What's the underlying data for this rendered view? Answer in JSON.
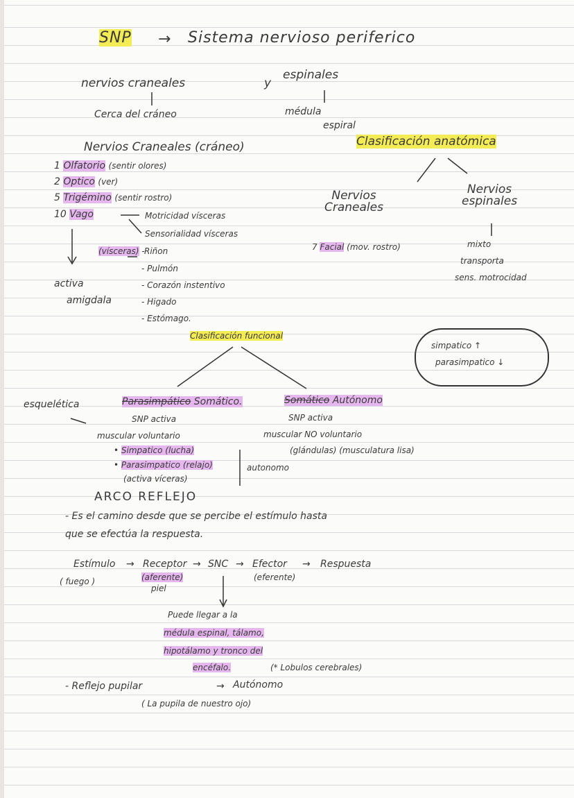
{
  "title": {
    "snp": "SNP",
    "full": "Sistema nervioso periferico"
  },
  "line2": {
    "craneales": "nervios craneales",
    "y": "y",
    "espinales": "espinales"
  },
  "line3": {
    "cerca": "Cerca del cráneo",
    "medula": "médula",
    "espiral": "espiral"
  },
  "clasif_anat": "Clasificación anatómica",
  "craneales_title": "Nervios Craneales (cráneo)",
  "nerves": [
    {
      "num": "1",
      "name": "Olfatorio",
      "note": "(sentir olores)"
    },
    {
      "num": "2",
      "name": "Optico",
      "note": "(ver)"
    },
    {
      "num": "5",
      "name": "Trigémino",
      "note": "(sentir rostro)"
    },
    {
      "num": "10",
      "name": "Vago",
      "note": "Motricidad vísceras"
    }
  ],
  "sensorialidad": "Sensorialidad vísceras",
  "visceras_label": "(vísceras)",
  "organs": [
    "Riñon",
    "Pulmón",
    "Corazón instentivo",
    "Higado",
    "Estómago."
  ],
  "activa": "activa",
  "amigdala": "amigdala",
  "right_tree": {
    "craneales": "Nervios\nCraneales",
    "espinales": "Nervios\nespinales",
    "facial_num": "7",
    "facial": "Facial",
    "facial_note": "(mov. rostro)",
    "mixto": "mixto",
    "transporta": "transporta",
    "sens": "sens. motrocidad"
  },
  "clasif_func": "Clasificación funcional",
  "cloud": {
    "simpatico": "simpatico ↑",
    "parasimpatico": "parasimpatico ↓"
  },
  "esqueletica": "esquelética",
  "somatico": {
    "struck": "Parasimpático",
    "label": "Somático.",
    "snp": "SNP activa",
    "musc": "muscular voluntario",
    "simp": "Simpatico (lucha)",
    "para": "Parasimpatico (relajo)",
    "activa": "(activa víceras)",
    "autonomo": "autonomo"
  },
  "autonomo": {
    "struck": "Somático",
    "label": "Autónomo",
    "snp": "SNP activa",
    "musc": "muscular NO voluntario",
    "glandulas": "(glándulas) (musculatura lisa)"
  },
  "arco": "ARCO REFLEJO",
  "arco_def1": "- Es el camino desde que se percibe el estímulo hasta",
  "arco_def2": "que se efectúa la respuesta.",
  "chain": {
    "estimulo": "Estímulo",
    "receptor": "Receptor",
    "snc": "SNC",
    "efector": "Efector",
    "respuesta": "Respuesta",
    "fuego": "( fuego )",
    "aferente": "(aferente)",
    "piel": "piel",
    "eferente": "(eferente)"
  },
  "puede": [
    "Puede llegar a la",
    "médula espinal, tálamo,",
    "hipotálamo y tronco del",
    "encéfalo."
  ],
  "lobulos": "(* Lobulos cerebrales)",
  "reflejo": {
    "text": "- Reflejo pupilar",
    "arrow": "→",
    "auto": "Autónomo",
    "note": "( La pupila de nuestro ojo)"
  }
}
